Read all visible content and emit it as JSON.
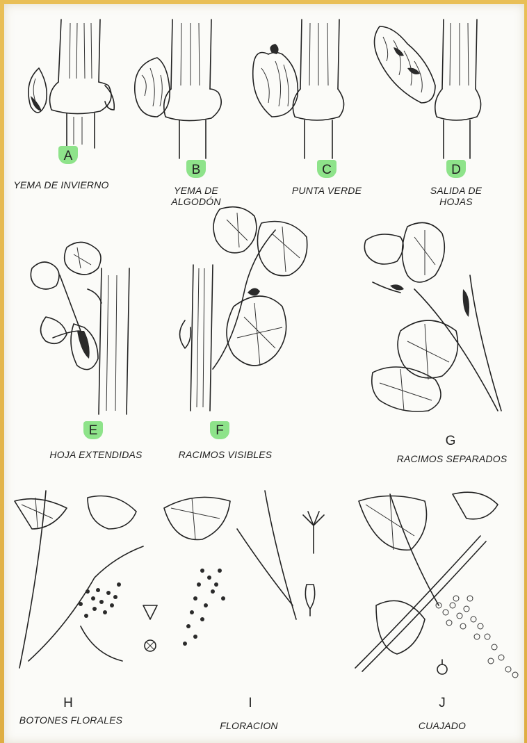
{
  "stages": [
    {
      "letter": "A",
      "caption": "YEMA DE INVIERNO",
      "highlighted": true
    },
    {
      "letter": "B",
      "caption": "YEMA DE\nALGODÓN",
      "highlighted": true
    },
    {
      "letter": "C",
      "caption": "PUNTA VERDE",
      "highlighted": true
    },
    {
      "letter": "D",
      "caption": "SALIDA DE\nHOJAS",
      "highlighted": true
    },
    {
      "letter": "E",
      "caption": "HOJA EXTENDIDAS",
      "highlighted": true
    },
    {
      "letter": "F",
      "caption": "RACIMOS VISIBLES",
      "highlighted": true
    },
    {
      "letter": "G",
      "caption": "RACIMOS SEPARADOS",
      "highlighted": false
    },
    {
      "letter": "H",
      "caption": "BOTONES FLORALES",
      "highlighted": false
    },
    {
      "letter": "I",
      "caption": "FLORACION",
      "highlighted": false
    },
    {
      "letter": "J",
      "caption": "CUAJADO",
      "highlighted": false
    }
  ],
  "colors": {
    "highlight": "#8ee38a",
    "frame": "#e3b54c",
    "ink": "#222222"
  }
}
